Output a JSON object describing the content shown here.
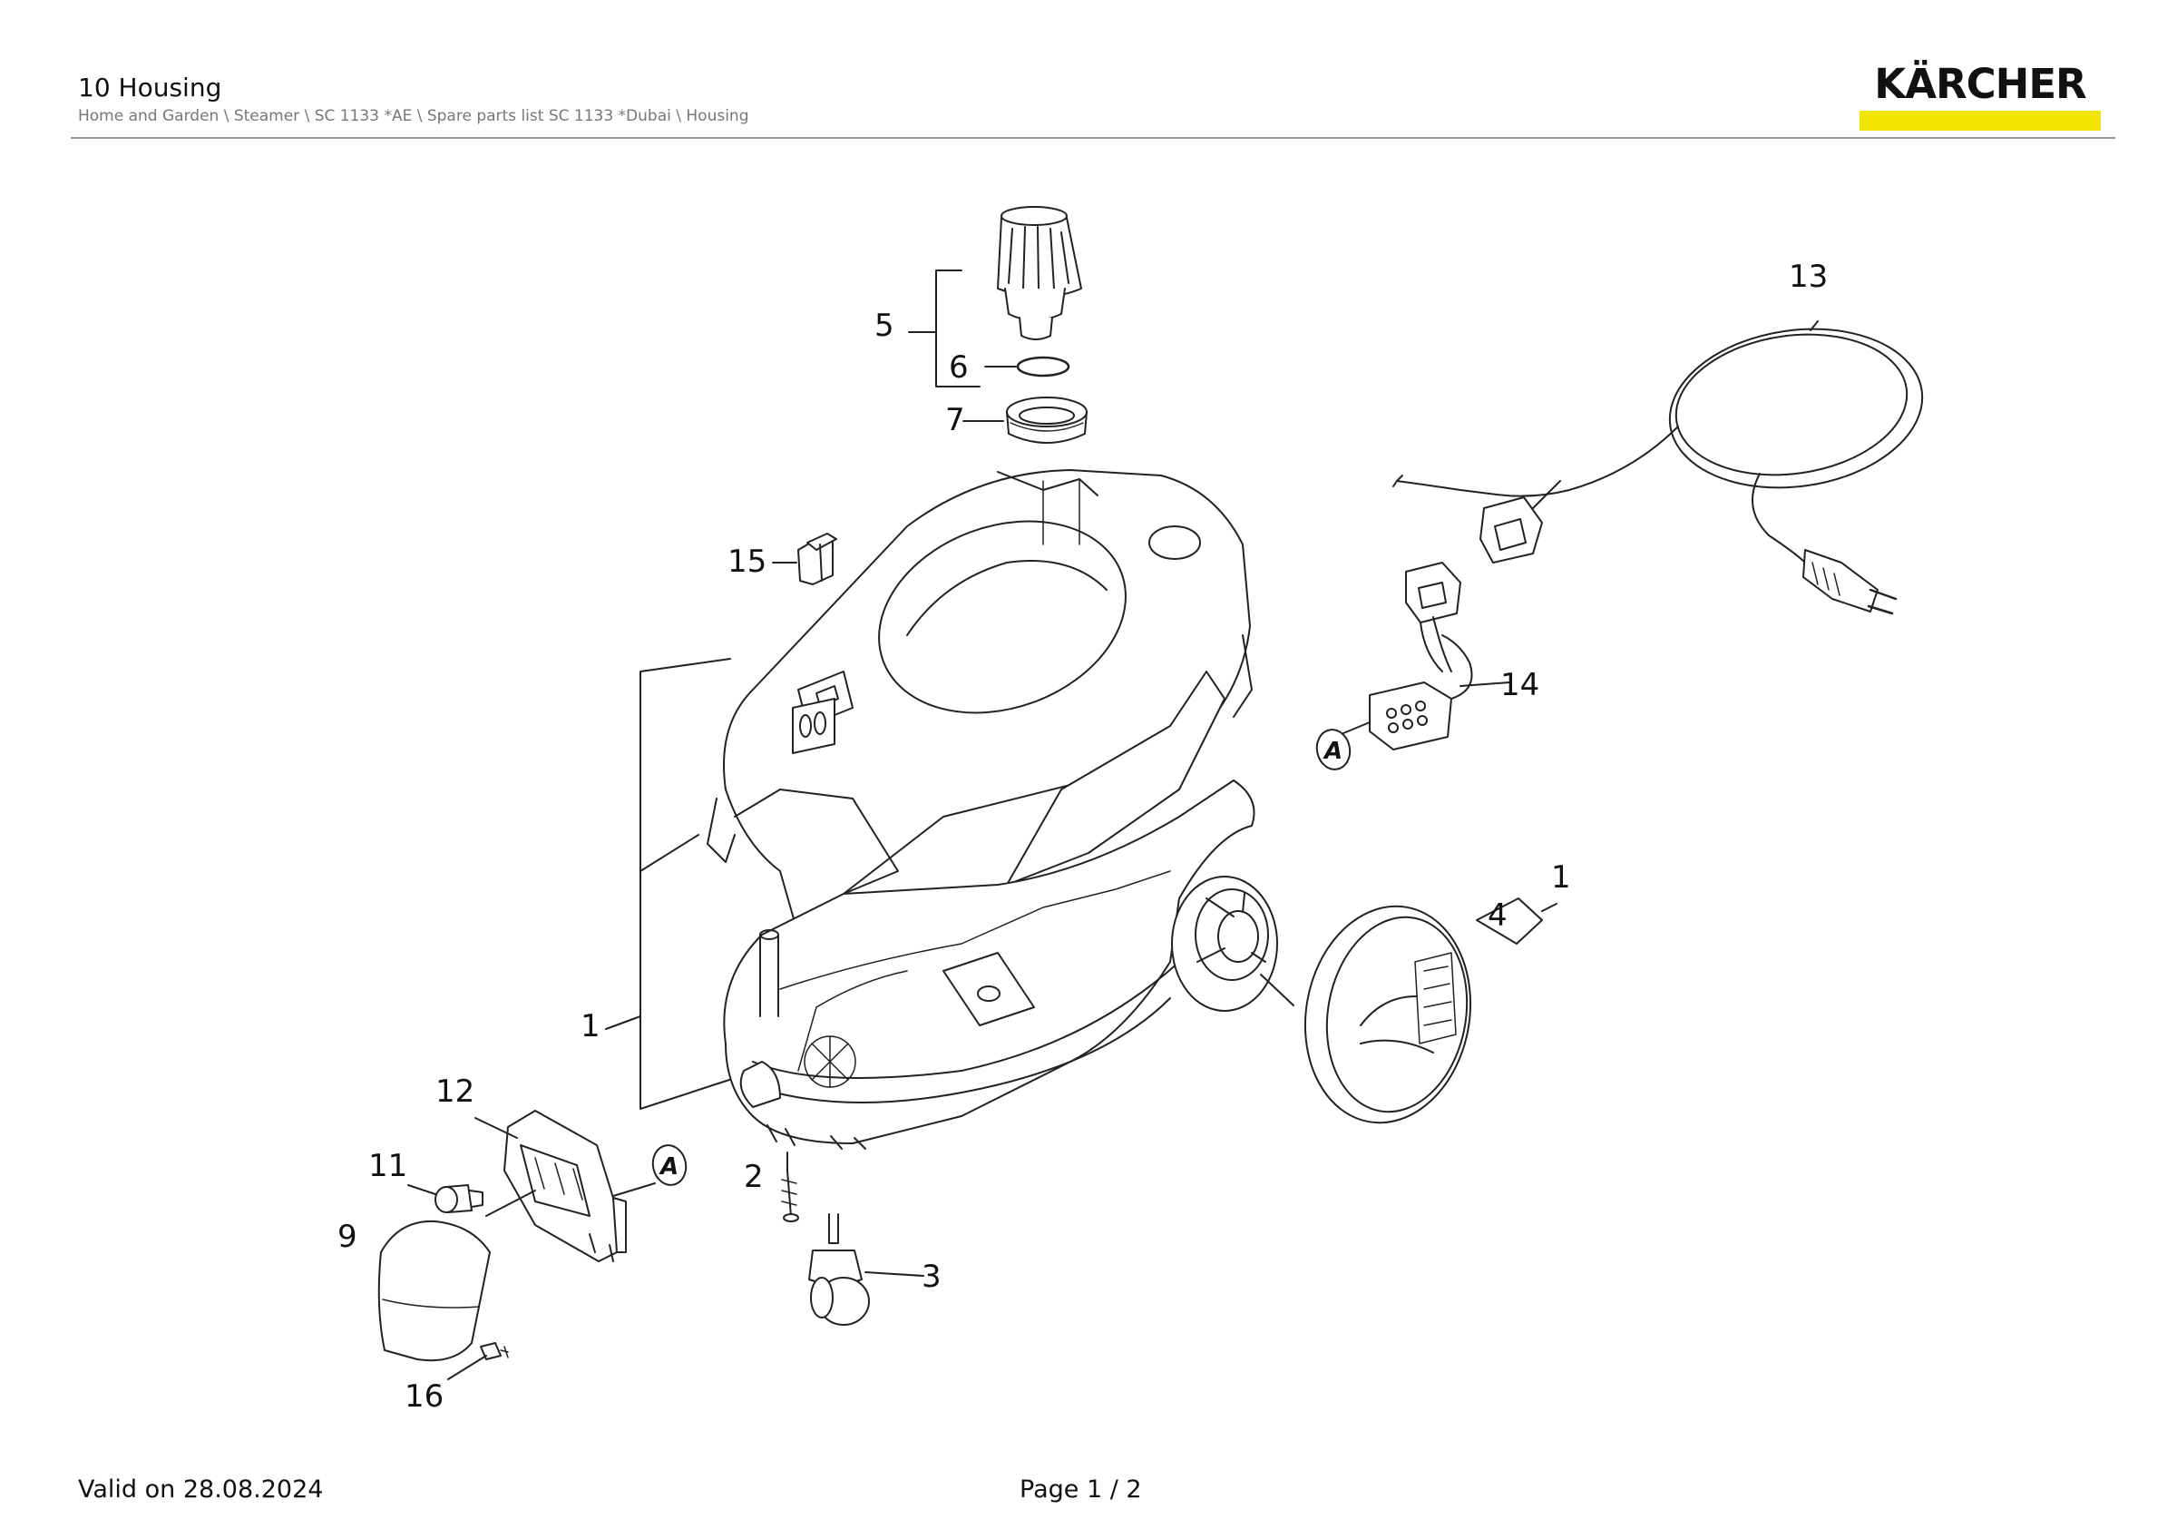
{
  "header": {
    "title": "10 Housing",
    "breadcrumb": "Home and Garden \\ Steamer \\ SC 1133 *AE \\ Spare parts list SC 1133 *Dubai \\ Housing",
    "brand": "KÄRCHER",
    "brand_accent": "#f2e600"
  },
  "diagram": {
    "callouts": {
      "c1a": "1",
      "c1b": "1",
      "c2": "2",
      "c3": "3",
      "c4": "4",
      "c5": "5",
      "c6": "6",
      "c7": "7",
      "c9": "9",
      "c11": "11",
      "c12": "12",
      "c13": "13",
      "c14": "14",
      "c15": "15",
      "c16": "16"
    },
    "connectors": {
      "a1": "A",
      "a2": "A"
    }
  },
  "footer": {
    "valid": "Valid on 28.08.2024",
    "page": "Page 1 / 2"
  }
}
